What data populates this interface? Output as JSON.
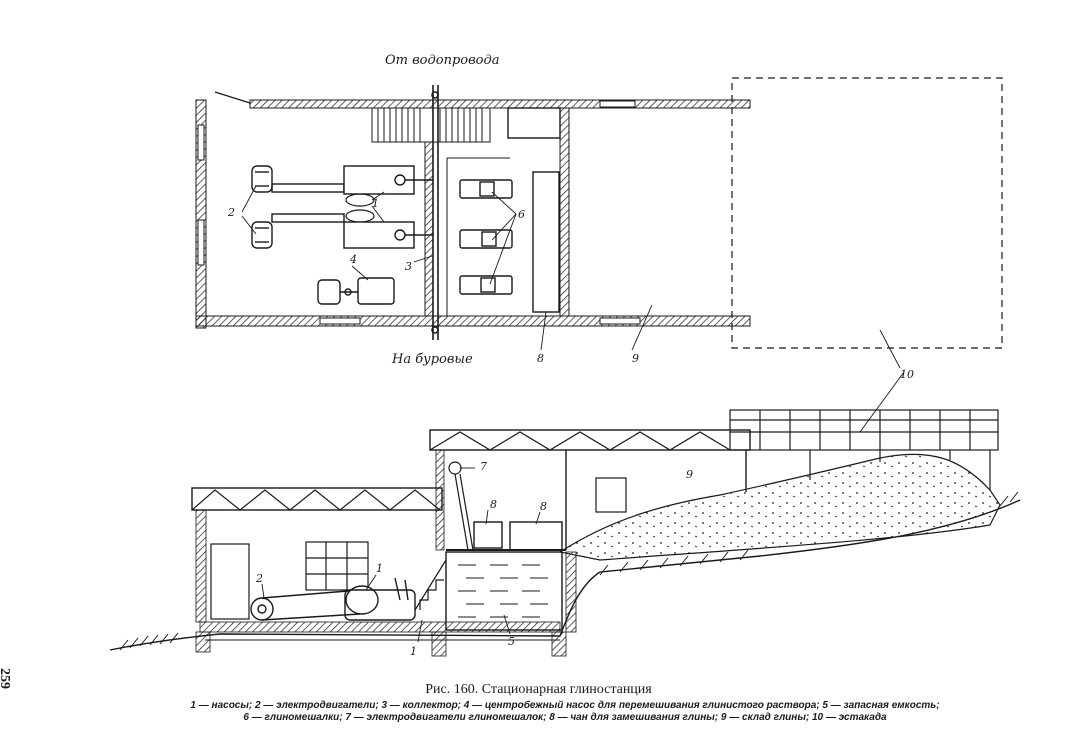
{
  "labels": {
    "from_water": "От водопровода",
    "to_rigs": "На буровые",
    "n1": "1",
    "n2": "2",
    "n3": "3",
    "n4": "4",
    "n6": "6",
    "n8": "8",
    "n9": "9",
    "n10": "10",
    "s1": "1",
    "s1b": "1",
    "s2": "2",
    "s5": "5",
    "s7": "7",
    "s8a": "8",
    "s8b": "8",
    "s9": "9"
  },
  "caption": {
    "title": "Рис. 160. Стационарная глиностанция",
    "legend_line1": "1 — насосы; 2 — электродвигатели; 3 — коллектор; 4 — центробежный насос для перемешивания глинистого раствора; 5 — запасная емкость;",
    "legend_line2": "6 — глиномешалки; 7 — электродвигатели глиномешалок; 8 — чан для замешивания глины; 9 — склад глины; 10 — эстакада"
  },
  "page_number": "259"
}
